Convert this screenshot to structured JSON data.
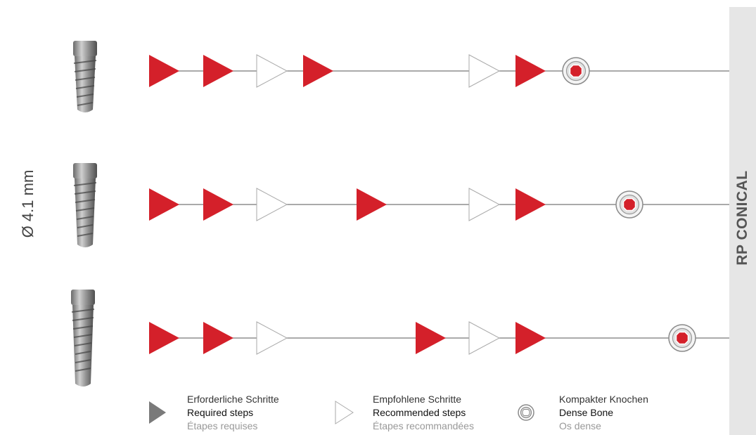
{
  "diameter_label": "Ø 4.1 mm",
  "side_label": "RP CONICAL",
  "colors": {
    "required": "#d4202a",
    "recommended": "#ffffff",
    "line": "#777777",
    "panel": "#e6e6e6",
    "legend_required": "#7a7a7a"
  },
  "rows": [
    {
      "steps": [
        "required",
        "required",
        "recommended",
        "required",
        "recommended",
        "required"
      ],
      "end": "dense-bone"
    },
    {
      "steps": [
        "required",
        "required",
        "recommended",
        "required",
        "recommended",
        "required"
      ],
      "end": "dense-bone"
    },
    {
      "steps": [
        "required",
        "required",
        "recommended",
        "required",
        "recommended",
        "required"
      ],
      "end": "dense-bone"
    }
  ],
  "legend": {
    "required": {
      "de": "Erforderliche Schritte",
      "en": "Required steps",
      "fr": "Étapes requises"
    },
    "recommended": {
      "de": "Empfohlene Schritte",
      "en": "Recommended steps",
      "fr": "Étapes recommandées"
    },
    "dense": {
      "de": "Kompakter Knochen",
      "en": "Dense Bone",
      "fr": "Os dense"
    }
  }
}
